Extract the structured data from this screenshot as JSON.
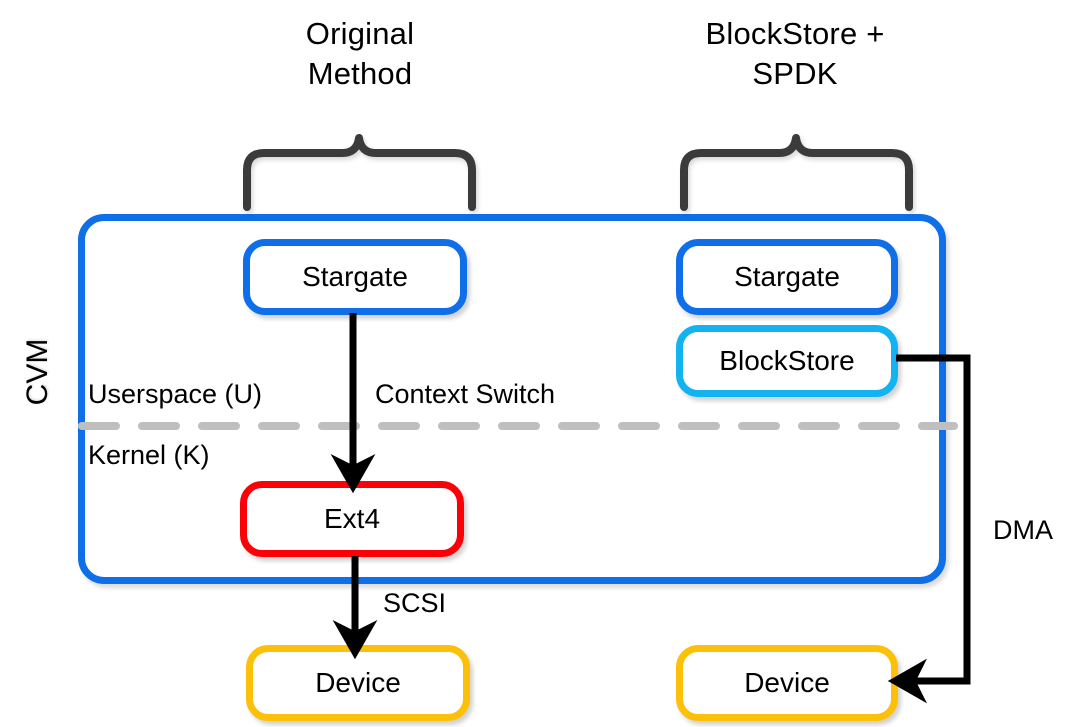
{
  "diagram": {
    "title_left": "Original\nMethod",
    "title_right": "BlockStore +\nSPDK",
    "container_label": "CVM",
    "boundary": {
      "userspace_label": "Userspace (U)",
      "kernel_label": "Kernel (K)"
    },
    "edges": {
      "context_switch": "Context Switch",
      "scsi": "SCSI",
      "dma": "DMA"
    },
    "nodes": {
      "stargate_left": "Stargate",
      "ext4": "Ext4",
      "device_left": "Device",
      "stargate_right": "Stargate",
      "blockstore": "BlockStore",
      "device_right": "Device"
    },
    "colors": {
      "blue": "#0f6fe8",
      "cyan": "#12b3f0",
      "red": "#fb0007",
      "amber": "#fdc008",
      "gray_dash": "#bfbfbf",
      "brace": "#3b3b3b",
      "arrow": "#000000"
    }
  }
}
